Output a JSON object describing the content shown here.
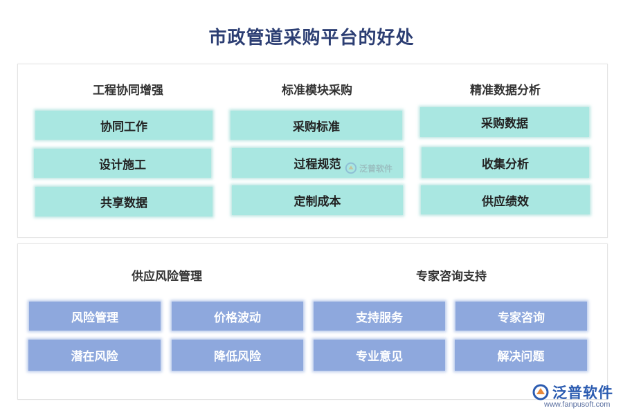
{
  "title": "市政管道采购平台的好处",
  "top_section": {
    "columns": [
      {
        "heading": "工程协同增强",
        "items": [
          "协同工作",
          "设计施工",
          "共享数据"
        ]
      },
      {
        "heading": "标准模块采购",
        "items": [
          "采购标准",
          "过程规范",
          "定制成本"
        ]
      },
      {
        "heading": "精准数据分析",
        "items": [
          "采购数据",
          "收集分析",
          "供应绩效"
        ]
      }
    ]
  },
  "bottom_section": {
    "groups": [
      {
        "heading": "供应风险管理",
        "items": [
          "风险管理",
          "价格波动",
          "潜在风险",
          "降低风险"
        ]
      },
      {
        "heading": "专家咨询支持",
        "items": [
          "支持服务",
          "专家咨询",
          "专业意见",
          "解决问题"
        ]
      }
    ]
  },
  "watermark": {
    "text": "泛普软件"
  },
  "brand": {
    "name": "泛普软件",
    "url": "www.fanpusoft.com"
  },
  "colors": {
    "teal": "#a9e7e1",
    "blue": "#8ea8dd",
    "title": "#2c3e73",
    "brand": "#2b5bb0"
  }
}
